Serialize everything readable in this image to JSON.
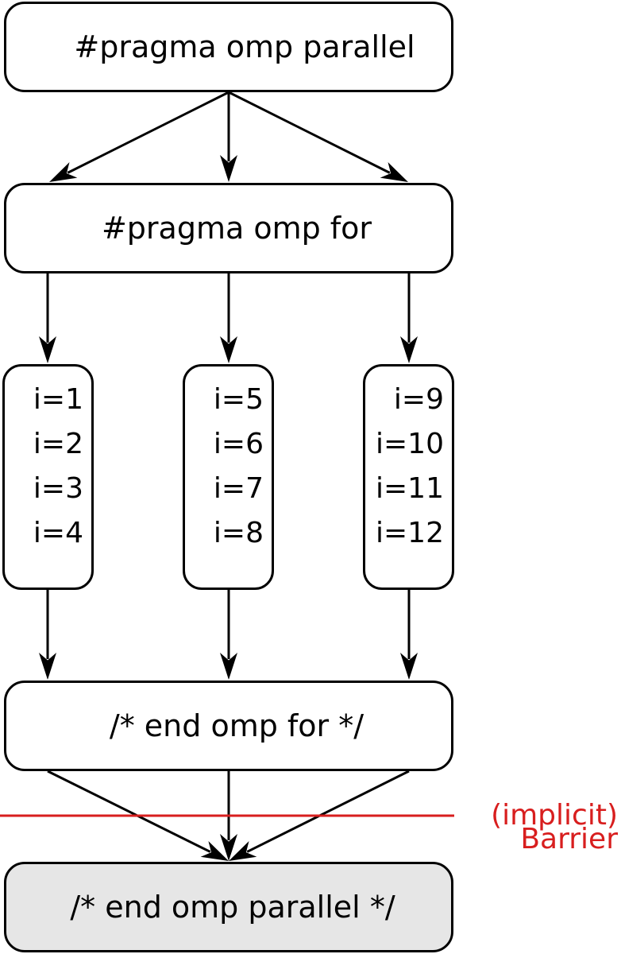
{
  "diagram": {
    "nodes": {
      "parallel_start": "#pragma omp parallel",
      "for_start": "#pragma omp for",
      "end_for": "/* end omp for */",
      "end_parallel": "/* end omp parallel */"
    },
    "threads": [
      {
        "iterations": [
          "i=1",
          "i=2",
          "i=3",
          "i=4"
        ]
      },
      {
        "iterations": [
          "i=5",
          "i=6",
          "i=7",
          "i=8"
        ]
      },
      {
        "iterations": [
          "i=9",
          "i=10",
          "i=11",
          "i=12"
        ]
      }
    ],
    "barrier": {
      "line1": "(implicit)",
      "line2": "Barrier",
      "color": "#d81e1e"
    },
    "colors": {
      "stroke": "#000000",
      "final_box_fill": "#e6e6e6",
      "box_fill": "#ffffff"
    }
  }
}
